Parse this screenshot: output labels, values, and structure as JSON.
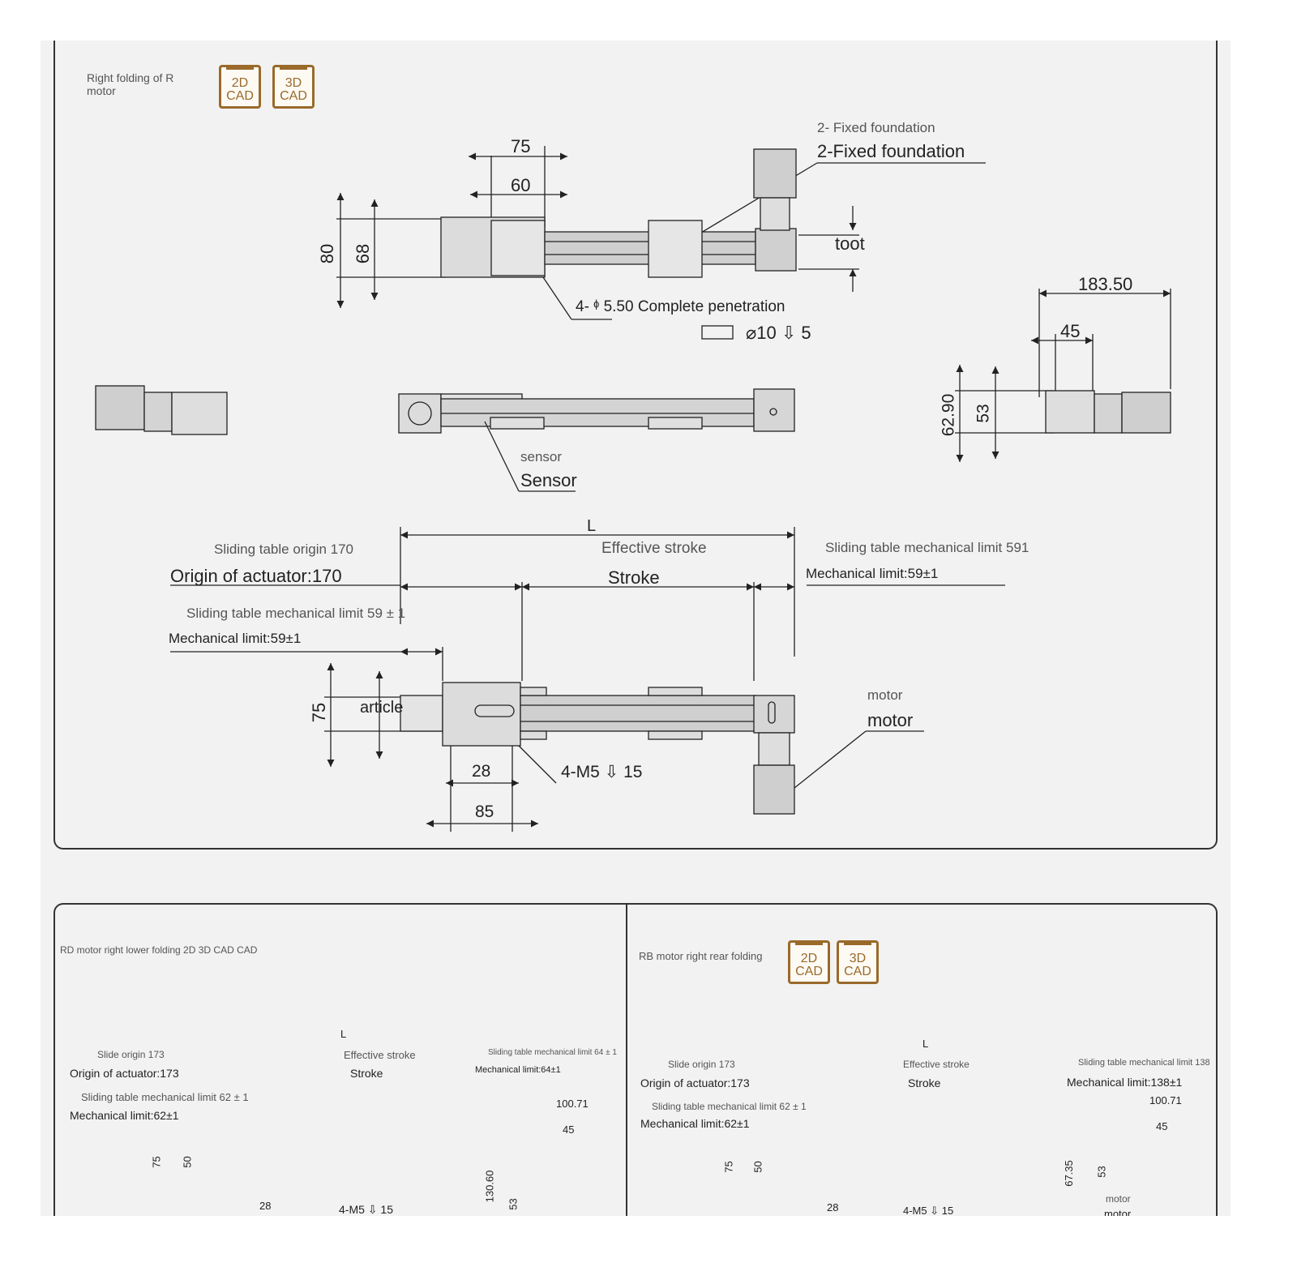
{
  "top_panel": {
    "title_line1": "Right folding of R",
    "title_line2": "motor",
    "cad_2d": [
      "2D",
      "CAD"
    ],
    "cad_3d": [
      "3D",
      "CAD"
    ],
    "top_view": {
      "dim_75": "75",
      "dim_60": "60",
      "dim_80": "80",
      "dim_68": "68",
      "foundation_small": "2- Fixed foundation",
      "foundation_large": "2-Fixed foundation",
      "toot": "toot",
      "hole_label": "4- ᶲ 5.50 Complete penetration",
      "counterbore": "⌀10 ⇩ 5"
    },
    "side_view": {
      "dim_183": "183.50",
      "dim_45": "45",
      "dim_6290": "62.90",
      "dim_53": "53",
      "sensor_small": "sensor",
      "sensor_large": "Sensor"
    },
    "bottom_view": {
      "L": "L",
      "origin_small": "Sliding table origin 170",
      "origin_large": "Origin of actuator:170",
      "eff_small": "Effective stroke",
      "stroke": "Stroke",
      "limit_right_small": "Sliding table mechanical limit 591",
      "limit_right_large": "Mechanical limit:59±1",
      "limit_left_small": "Sliding table mechanical limit 59 ± 1",
      "limit_left_large": "Mechanical limit:59±1",
      "dim_75": "75",
      "article": "article",
      "dim_28": "28",
      "dim_85": "85",
      "m5": "4-M5 ⇩ 15",
      "motor_small": "motor",
      "motor_large": "motor"
    }
  },
  "bottom_left": {
    "title": "RD motor right lower folding 2D 3D CAD CAD",
    "L": "L",
    "origin_small": "Slide origin 173",
    "origin_large": "Origin of actuator:173",
    "eff_small": "Effective stroke",
    "stroke": "Stroke",
    "limit_right_small": "Sliding table mechanical limit 64 ± 1",
    "limit_right_large": "Mechanical limit:64±1",
    "limit_left_small": "Sliding table mechanical limit 62 ± 1",
    "limit_left_large": "Mechanical limit:62±1",
    "dim_75": "75",
    "dim_50": "50",
    "dim_28": "28",
    "m5": "4-M5 ⇩ 15",
    "dim_10071": "100.71",
    "dim_45": "45",
    "dim_13060": "130.60",
    "dim_53": "53"
  },
  "bottom_right": {
    "title": "RB motor right rear folding",
    "cad_2d": [
      "2D",
      "CAD"
    ],
    "cad_3d": [
      "3D",
      "CAD"
    ],
    "L": "L",
    "origin_small": "Slide origin 173",
    "origin_large": "Origin of actuator:173",
    "eff_small": "Effective stroke",
    "stroke": "Stroke",
    "limit_right_small": "Sliding table mechanical limit 138",
    "limit_right_large": "Mechanical limit:138±1",
    "limit_left_small": "Sliding table mechanical limit 62 ± 1",
    "limit_left_large": "Mechanical limit:62±1",
    "dim_75": "75",
    "dim_50": "50",
    "dim_28": "28",
    "m5": "4-M5 ⇩ 15",
    "dim_10071": "100.71",
    "dim_45": "45",
    "dim_6735": "67.35",
    "dim_53": "53",
    "motor_small": "motor",
    "motor_large": "motor"
  },
  "colors": {
    "cad_brown": "#9a6a2a",
    "line": "#222222",
    "part_fill": "#d9d9d9",
    "background": "#f2f2f2"
  }
}
